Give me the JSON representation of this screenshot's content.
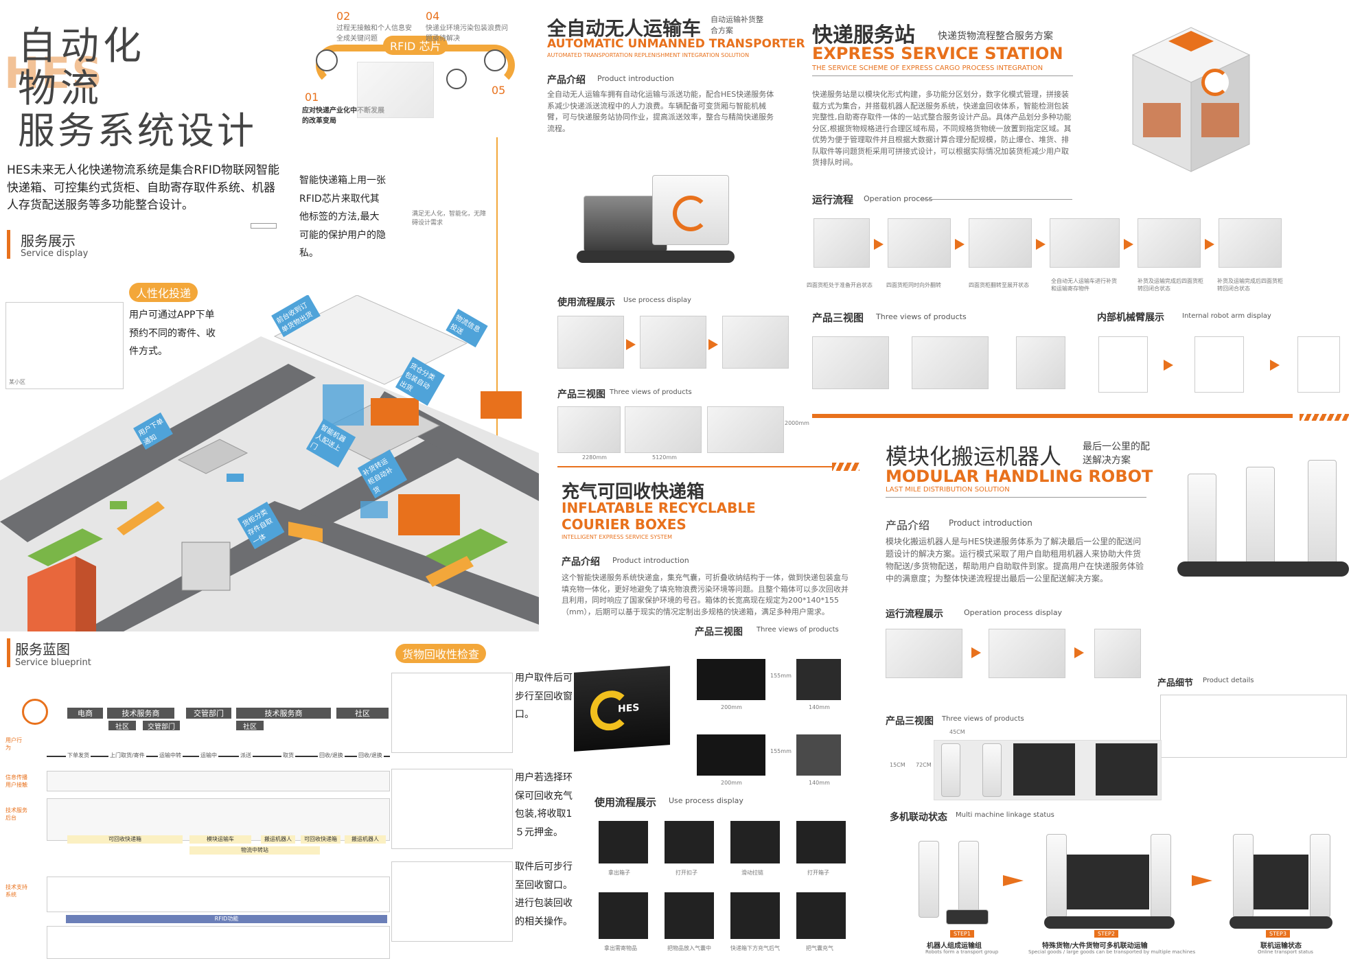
{
  "left": {
    "title_lines": [
      "自动化",
      "物流",
      "服务系统设计"
    ],
    "hes_mark": "HES",
    "intro": "HES未来无人化快递物流系统是集合RFID物联网智能快递箱、可控集约式货柜、自助寄存取件系统、机器人存货配送服务等多功能整合设计。",
    "service_display": {
      "cn": "服务展示",
      "en": "Service display"
    },
    "rfid_banner": "RFID 芯片",
    "rfid_note": "智能快递箱上用一张RFID芯片来取代其他标签的方法,最大可能的保护用户的隐私。",
    "timeline": [
      {
        "num": "02",
        "text": "过程无接触和个人信息安全成关键问题"
      },
      {
        "num": "04",
        "text": "快递业环境污染包装浪费问题亟待解决"
      },
      {
        "num": "01",
        "text": "应对快递产业化中不断发展的改革变局"
      },
      {
        "num": "05",
        "text": ""
      }
    ],
    "timeline_caption": "满足无人化，智能化，无障碍设计需求",
    "personal_banner": "人性化投递",
    "personal_note": "用户可通过APP下单预约不同的寄件、收件方式。",
    "sketch_label": "某小区",
    "city_labels": [
      "前台收到订单货物出货",
      "物流信息投送",
      "货仓分类包装自动出货",
      "用户下单通知",
      "智能机器人配送上门",
      "补货转运柜自动补货",
      "货柜分类存件自取一体"
    ],
    "recycle_banner": "货物回收性检查",
    "blueprint": {
      "cn": "服务蓝图",
      "en": "Service blueprint"
    },
    "blueprint_cols": [
      "电商",
      "技术服务商",
      "交管部门",
      "技术服务商",
      "社区"
    ],
    "blueprint_subcols": [
      "社区",
      "交管部门",
      "社区"
    ],
    "blueprint_steps": [
      "下单发货",
      "上门取货/寄件",
      "运输中转",
      "运输中",
      "派送",
      "取货",
      "回收/退换",
      "回收/退换"
    ],
    "blueprint_rows": [
      "用户行为",
      "信息传播用户接触",
      "技术服务后台",
      "技术支持系统"
    ],
    "blueprint_bars": [
      "可回收快递箱",
      "模块运输车",
      "物流中转站",
      "搬运机器人",
      "可回收快递箱",
      "搬运机器人",
      "RFID功能"
    ],
    "recycle_notes": [
      "用户取件后可步行至回收窗口。",
      "用户若选择环保可回收充气包装,将收取1５元押金。",
      "取件后可步行至回收窗口。进行包装回收的相关操作。"
    ]
  },
  "transporter": {
    "title_cn": "全自动无人运输车",
    "subtitle_cn": "自动运输补货整合方案",
    "title_en": "AUTOMATIC UNMANNED TRANSPORTER",
    "sub_en": "AUTOMATED TRANSPORTATION REPLENISHMENT INTEGRATION SOLUTION",
    "intro_cn": "产品介绍",
    "intro_en": "Product introduction",
    "intro_text": "全自动无人运输车拥有自动化运输与派送功能，配合HES快递服务体系减少快递派送流程中的人力浪费。车辆配备可变货厢与智能机械臂，可与快递服务站协同作业，提高派送效率，整合与精简快递服务流程。",
    "use_cn": "使用流程展示",
    "use_en": "Use process display",
    "views_cn": "产品三视图",
    "views_en": "Three views of products",
    "dims": [
      "2280mm",
      "5120mm",
      "2000mm"
    ]
  },
  "express": {
    "title_cn": "快递服务站",
    "subtitle_cn": "快递货物流程整合服务方案",
    "title_en": "EXPRESS SERVICE STATION",
    "sub_en": "THE SERVICE SCHEME OF EXPRESS CARGO PROCESS INTEGRATION",
    "intro_text": "快递服务站是以模块化形式构建，多功能分区划分，数字化模式管理，拼接装载方式为集合，并搭载机器人配送服务系统，快递盒回收体系，智能检测包装完整性,自助寄存取件一体的一站式整合服务设计产品。具体产品划分多种功能分区,根据货物规格进行合理区域布局，不同规格货物统一放置到指定区域。其优势为便于管理取件并且根据大数据计算合理分配规模，防止爆仓、堆货、排队取件等问题货柜采用可拼接式设计，可以根据实际情况加装货柜减少用户取货排队时间。",
    "process_cn": "运行流程",
    "process_en": "Operation process",
    "process_steps": [
      "四面货柜处于准备开启状态",
      "四面货柜同时向外翻转",
      "四面货柜翻转至展开状态",
      "全自动无人运输车进行补货和运输寄存物件",
      "补货及运输完成后四面货柜转回闭合状态",
      "补货及运输完成后四面货柜转回闭合状态"
    ],
    "views_cn": "产品三视图",
    "views_en": "Three views of products",
    "arm_cn": "内部机械臂展示",
    "arm_en": "Internal robot arm display"
  },
  "inflatable": {
    "title_cn": "充气可回收快递箱",
    "title_en1": "INFLATABLE RECYCLABLE",
    "title_en2": "COURIER BOXES",
    "sub_en": "INTELLIGENT EXPRESS SERVICE SYSTEM",
    "intro_cn": "产品介绍",
    "intro_en": "Product introduction",
    "intro_text": "这个智能快递服务系统快递盒，集充气囊，可折叠收纳结构于一体，做到快递包装盒与填充物一体化，更好地避免了填充物浪费污染环境等问题。且整个箱体可以多次回收并且利用，同时响应了国家保护环境的号召。箱体的长宽高现在规定为200*140*155（mm），后期可以基于现实的情况定制出多规格的快递箱，满足多种用户需求。",
    "views_cn": "产品三视图",
    "views_en": "Three views of products",
    "dims": [
      "200mm",
      "140mm",
      "155mm",
      "200mm",
      "140mm",
      "155mm"
    ],
    "use_cn": "使用流程展示",
    "use_en": "Use process display",
    "use_steps": [
      "拿出箱子",
      "打开扣子",
      "滑动拉链",
      "打开箱子",
      "拿出需寄物品",
      "把物品放入气囊中",
      "快递箱下方充气后气",
      "把气囊充气"
    ],
    "hes_mark": "HES"
  },
  "robot": {
    "title_cn": "模块化搬运机器人",
    "subtitle_cn": "最后一公里的配送解决方案",
    "title_en": "MODULAR HANDLING ROBOT",
    "sub_en": "LAST MILE DISTRIBUTION SOLUTION",
    "intro_cn": "产品介绍",
    "intro_en": "Product introduction",
    "intro_text": "模块化搬运机器人是与HES快递服务体系为了解决最后一公里的配送问题设计的解决方案。运行模式采取了用户自助租用机器人来协助大件货物配送/多货物配送，帮助用户自助取件到家。提高用户在快递服务体验中的满意度；为整体快递流程提出最后一公里配送解决方案。",
    "process_cn": "运行流程展示",
    "process_en": "Operation process display",
    "details_cn": "产品细节",
    "details_en": "Product details",
    "views_cn": "产品三视图",
    "views_en": "Three views of products",
    "dims": [
      "45CM",
      "15CM",
      "72CM"
    ],
    "multi_cn": "多机联动状态",
    "multi_en": "Multi machine linkage status",
    "steps": [
      {
        "tag": "STEP1",
        "cn": "机器人组成运输组",
        "en": "Robots form a transport group"
      },
      {
        "tag": "STEP2",
        "cn": "特殊货物/大件货物可多机联动运输",
        "en": "Special goods / large goods can be transported by multiple machines"
      },
      {
        "tag": "STEP3",
        "cn": "联机运输状态",
        "en": "Online transport status"
      }
    ]
  },
  "colors": {
    "accent": "#e8711c",
    "text": "#333333",
    "city_road": "#6d6e71",
    "city_ground": "#e6e6e6",
    "green": "#7ab648",
    "blue": "#4fa3d9"
  }
}
